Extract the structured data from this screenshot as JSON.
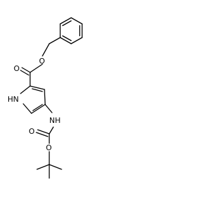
{
  "molecule": {
    "atoms": {
      "ester_o_carbonyl": "O",
      "ester_o_link": "O",
      "pyrrole_nh": "HN",
      "amide_nh": "NH",
      "carbamate_o_carbonyl": "O",
      "carbamate_o_link": "O"
    }
  }
}
